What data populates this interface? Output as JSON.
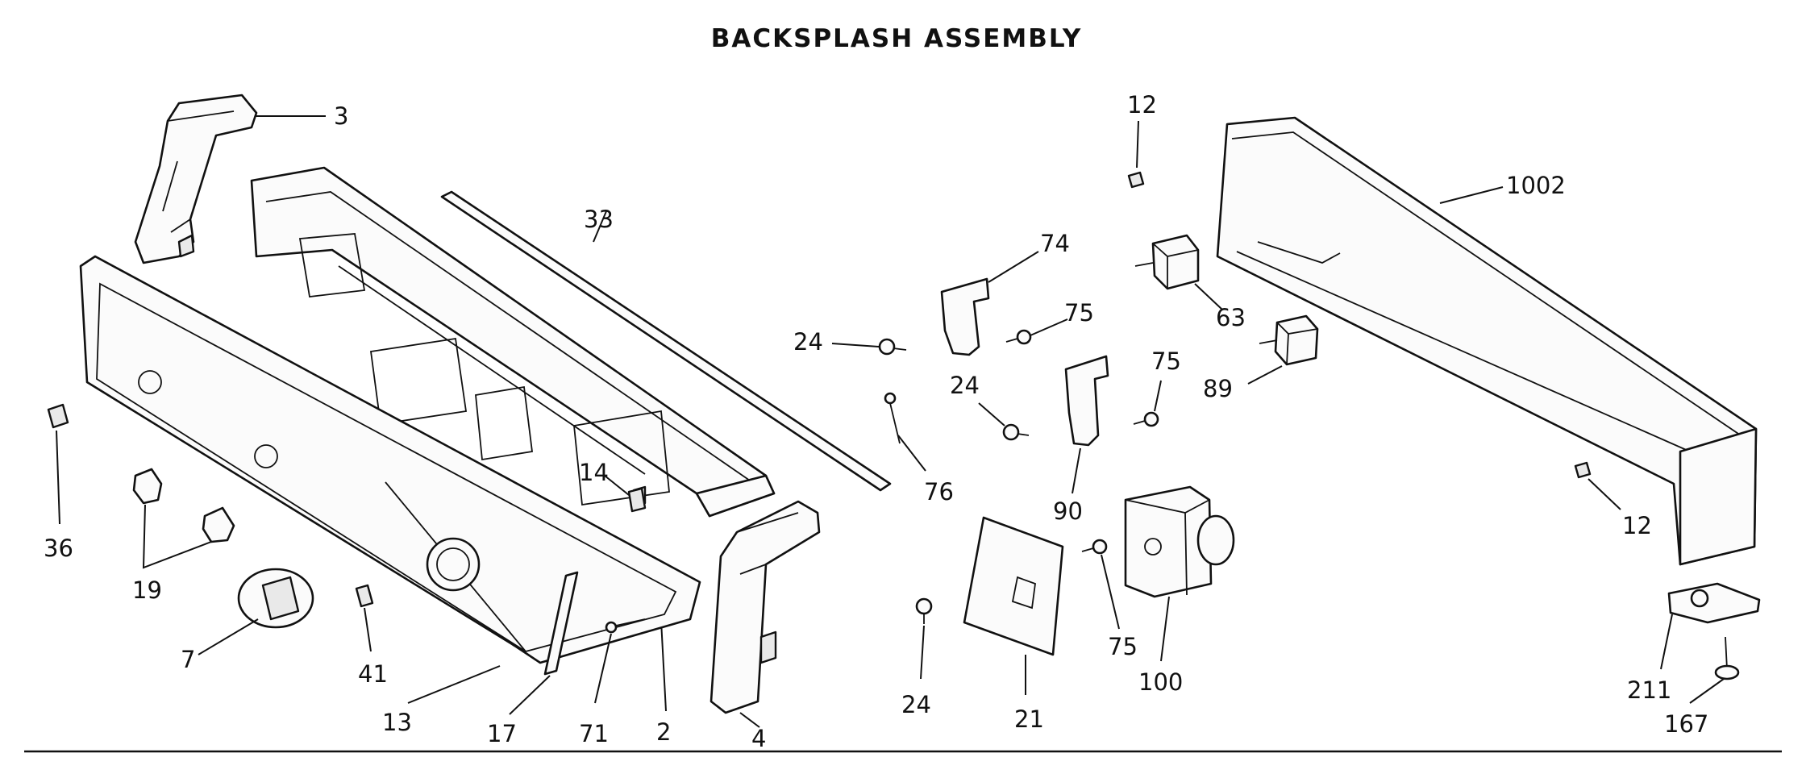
{
  "title": "BACKSPLASH ASSEMBLY",
  "callouts": {
    "c3": "3",
    "c33": "33",
    "c36": "36",
    "c19": "19",
    "c7": "7",
    "c41": "41",
    "c13": "13",
    "c17": "17",
    "c71": "71",
    "c2": "2",
    "c4": "4",
    "c14": "14",
    "c24a": "24",
    "c76": "76",
    "c74": "74",
    "c75a": "75",
    "c24b": "24",
    "c90": "90",
    "c75b": "75",
    "c24c": "24",
    "c21": "21",
    "c75c": "75",
    "c100": "100",
    "c12a": "12",
    "c63": "63",
    "c89": "89",
    "c1002": "1002",
    "c12b": "12",
    "c211": "211",
    "c167": "167"
  }
}
